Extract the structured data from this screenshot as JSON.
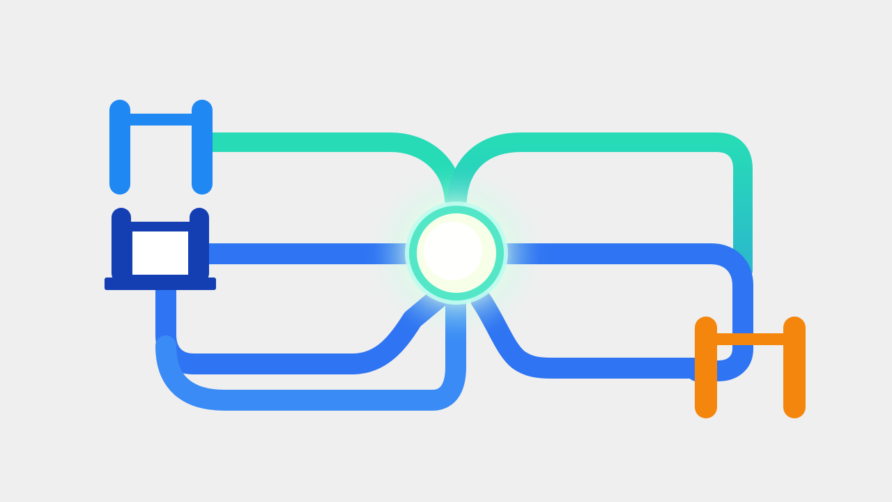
{
  "diagram": {
    "background": "#efefef",
    "colors": {
      "teal": "#27dbb7",
      "teal_dark": "#23c7b0",
      "blue": "#2f74f2",
      "blue_light": "#3a8bf5",
      "navy": "#143fb3",
      "bright_blue": "#1f88f3",
      "orange": "#f4860d",
      "white": "#ffffff",
      "hub_glow": "#f3ffe2"
    },
    "nodes": [
      {
        "id": "hub",
        "icon": "glowing-hub-icon"
      },
      {
        "id": "blue-gate",
        "icon": "gate-icon"
      },
      {
        "id": "navy-terminal",
        "icon": "terminal-icon"
      },
      {
        "id": "orange-gate",
        "icon": "gate-icon"
      }
    ]
  }
}
